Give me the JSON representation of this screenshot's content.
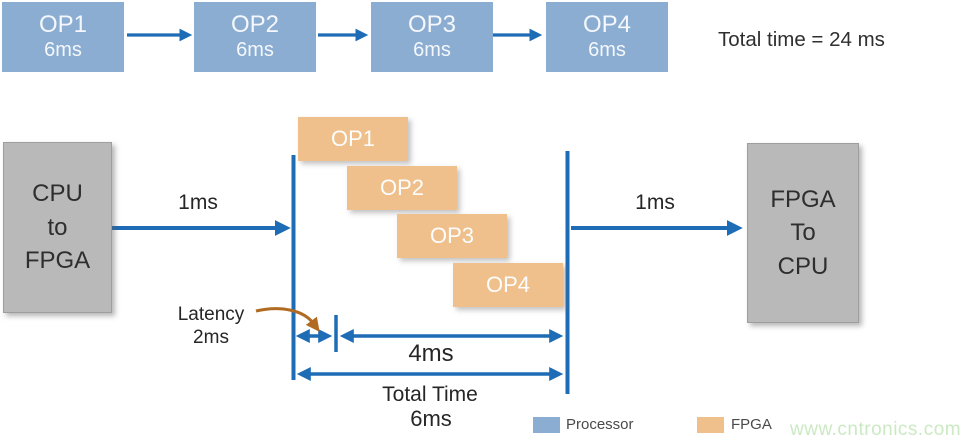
{
  "sequential": {
    "steps": [
      {
        "label": "OP1",
        "time": "6ms"
      },
      {
        "label": "OP2",
        "time": "6ms"
      },
      {
        "label": "OP3",
        "time": "6ms"
      },
      {
        "label": "OP4",
        "time": "6ms"
      }
    ],
    "total_label": "Total time = 24 ms"
  },
  "pipelined": {
    "input_box": {
      "line1": "CPU",
      "line2": "to",
      "line3": "FPGA"
    },
    "output_box": {
      "line1": "FPGA",
      "line2": "To",
      "line3": "CPU"
    },
    "transfer_in_label": "1ms",
    "transfer_out_label": "1ms",
    "ops": [
      "OP1",
      "OP2",
      "OP3",
      "OP4"
    ],
    "latency": {
      "label": "Latency",
      "value": "2ms"
    },
    "processing_span_label": "4ms",
    "total": {
      "label": "Total Time",
      "value": "6ms"
    }
  },
  "legend": {
    "items": [
      {
        "label": "Processor",
        "color": "#8badd2"
      },
      {
        "label": "FPGA",
        "color": "#efc08b"
      }
    ]
  },
  "watermark": "www.cntronics.com",
  "colors": {
    "processor_fill": "#8badd2",
    "fpga_fill": "#efc08b",
    "arrow_blue": "#1e6cb5",
    "gray_box_fill": "#b9b9b9",
    "latency_pointer_brown": "#b06a21",
    "watermark_green": "#cbe9c3",
    "text_dark": "#2b2b2b"
  }
}
